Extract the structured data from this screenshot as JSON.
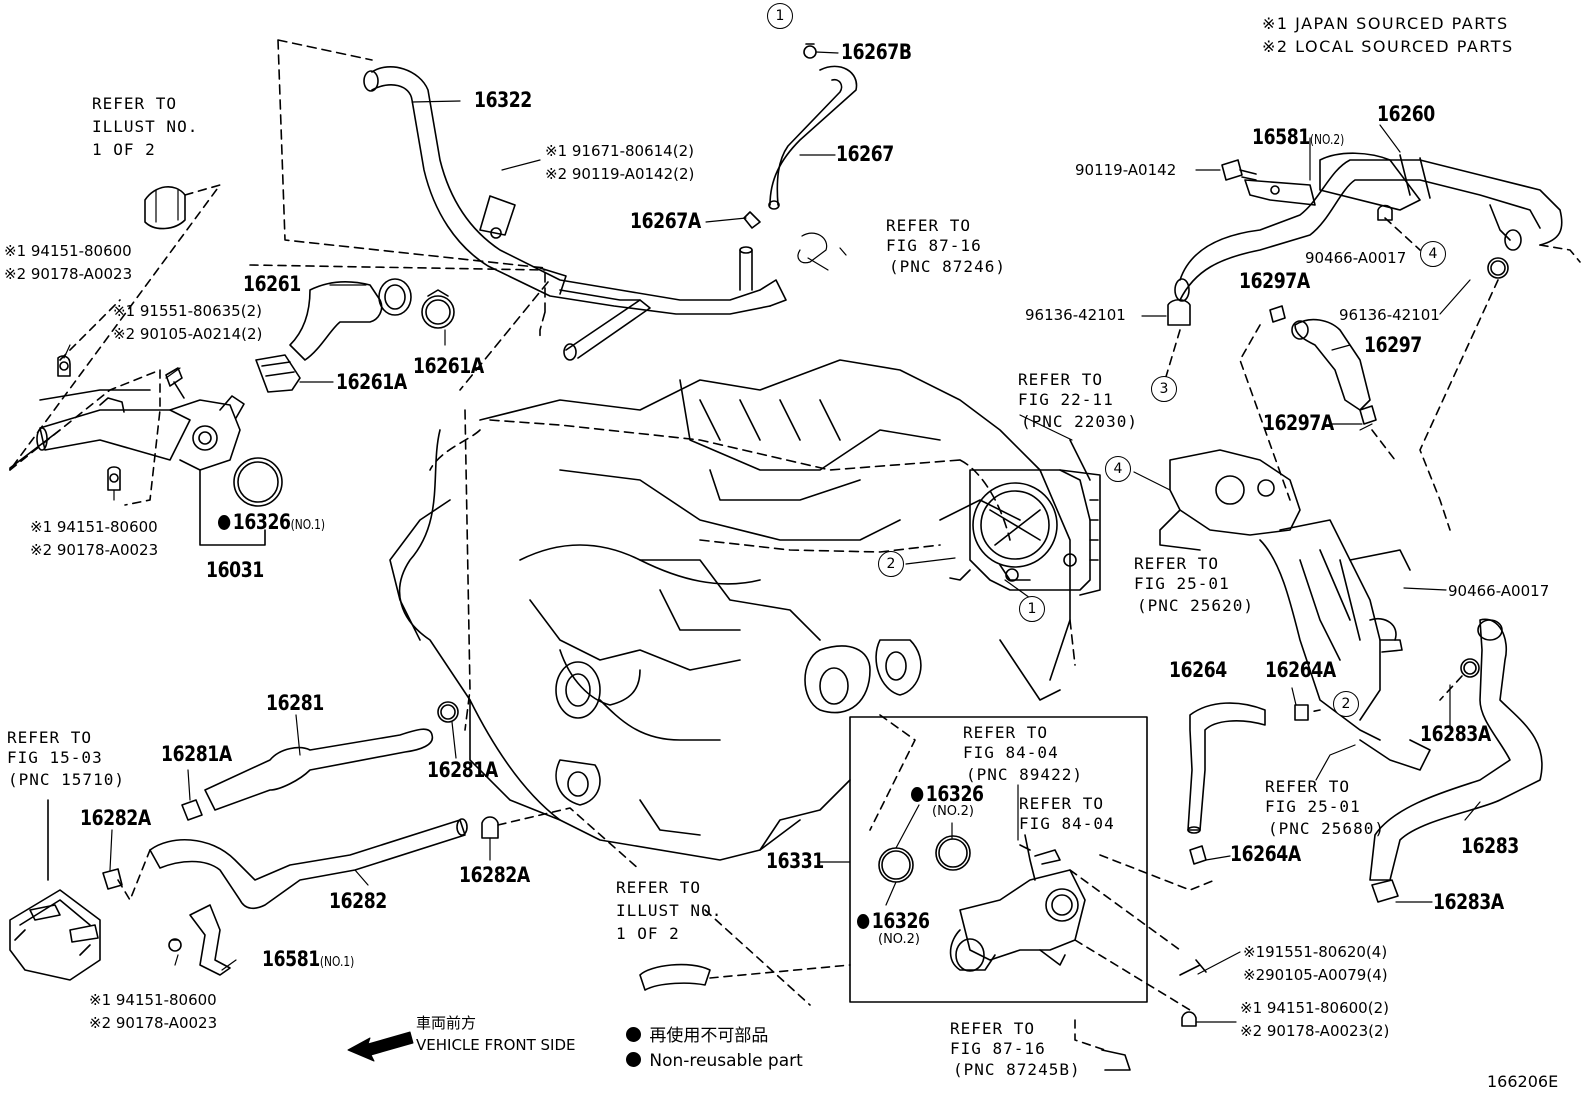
{
  "legend": {
    "japan": "※1 JAPAN SOURCED PARTS",
    "local": "※2 LOCAL SOURCED PARTS"
  },
  "parts": {
    "p16267B": "16267B",
    "p16322": "16322",
    "p16267": "16267",
    "p16267A": "16267A",
    "p16261": "16261",
    "p16261A_clamp": "16261A",
    "p16261A_clip": "16261A",
    "p16326_no1": "16326",
    "p16326_no1_sub": "(NO.1)",
    "p16031": "16031",
    "p16581_no2": "16581",
    "p16581_no2_sub": "(NO.2)",
    "p16260": "16260",
    "p16297A_top": "16297A",
    "p16297": "16297",
    "p16297A_bottom": "16297A",
    "p16264": "16264",
    "p16264A_top": "16264A",
    "p16264A_bottom": "16264A",
    "p16283A_top": "16283A",
    "p16283": "16283",
    "p16283A_bottom": "16283A",
    "p16281": "16281",
    "p16281A_left": "16281A",
    "p16281A_right": "16281A",
    "p16282A_left": "16282A",
    "p16282": "16282",
    "p16282A_right": "16282A",
    "p16581_no1": "16581",
    "p16581_no1_sub": "(NO.1)",
    "p16331": "16331",
    "p16326_no2a": "16326",
    "p16326_no2a_sub": "(NO.2)",
    "p16326_no2b": "16326",
    "p16326_no2b_sub": "(NO.2)"
  },
  "fasteners": {
    "bolt_top": "※1 91671-80614(2)\n※2 90119-A0142(2)",
    "nut_left_top": "※1 94151-80600\n※2 90178-A0023",
    "bolt_left": "※1 91551-80635(2)\n※2 90105-A0214(2)",
    "nut_left_mid": "※1 94151-80600\n※2 90178-A0023",
    "nut_left_bottom": "※1 94151-80600\n※2 90178-A0023",
    "bolt_right_bottom": "※191551-80620(4)\n※290105-A0079(4)",
    "nut_right_bottom": "※1 94151-80600(2)\n※2 90178-A0023(2)",
    "p90119": "90119-A0142",
    "p90466_top": "90466-A0017",
    "p90466_mid": "90466-A0017",
    "p96136_left": "96136-42101",
    "p96136_right": "96136-42101"
  },
  "refs": {
    "illust_top": "REFER TO\nILLUST NO.\n1 OF 2",
    "fig87_16a": "REFER TO\nFIG 87-16",
    "fig87_16a_pnc": "(PNC 87246)",
    "fig22_11": "REFER TO\nFIG 22-11",
    "fig22_11_pnc": "(PNC 22030)",
    "fig25_01a": "REFER TO\nFIG 25-01",
    "fig25_01a_pnc": "(PNC 25620)",
    "fig25_01b": "REFER TO\nFIG 25-01",
    "fig25_01b_pnc": "(PNC 25680)",
    "fig15_03": "REFER TO\nFIG 15-03",
    "fig15_03_pnc": "(PNC 15710)",
    "fig84_04a": "REFER TO\nFIG 84-04",
    "fig84_04a_pnc": "(PNC 89422)",
    "fig84_04b": "REFER TO\nFIG 84-04",
    "illust_bottom": "REFER TO\nILLUST NO.\n1 OF 2",
    "fig87_16b": "REFER TO\nFIG 87-16",
    "fig87_16b_pnc": "(PNC 87245B)"
  },
  "circles": {
    "c1_top": "1",
    "c4_right": "4",
    "c3": "3",
    "c4_mid": "4",
    "c2_left": "2",
    "c1_mid": "1",
    "c2_right": "2"
  },
  "notes": {
    "non_reusable_jp": "再使用不可部品",
    "non_reusable_en": "Non-reusable part",
    "front_jp": "車両前方",
    "front_en": "VEHICLE FRONT SIDE",
    "illustration_id": "166206E"
  }
}
